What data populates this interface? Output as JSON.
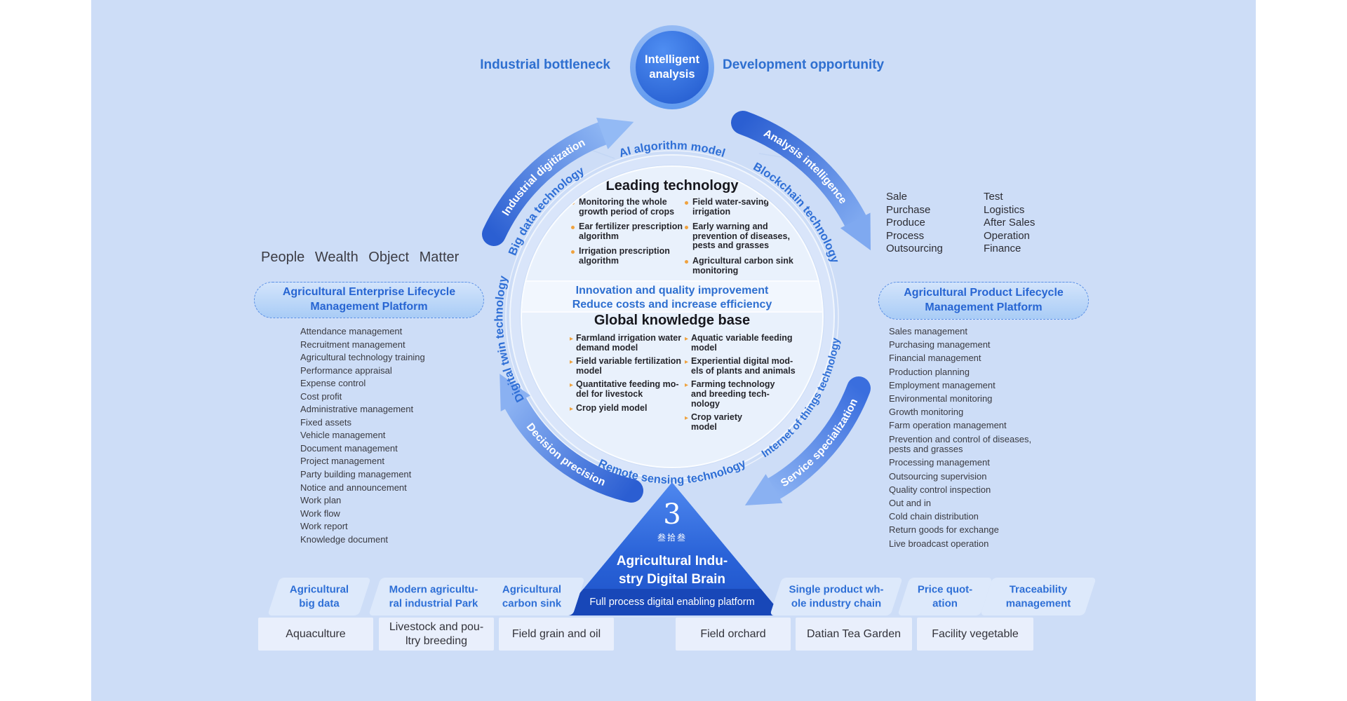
{
  "colors": {
    "panel_bg": "#cdddf7",
    "accent_blue": "#2e6fd6",
    "dark_text": "#33333a",
    "bullet_orange": "#efa23f",
    "circle_fill": "#e9f1fc",
    "arrow_dark": "#2b5fd2",
    "arrow_light": "#8fb6f4",
    "triangle_top": "#4f88ef",
    "triangle_bottom": "#1d52c8",
    "triangle_band": "#1847b8",
    "tag_bg": "#dde9fb",
    "box_bg": "#e9effc"
  },
  "top": {
    "bottleneck_label": "Industrial bottleneck",
    "circle_lines": [
      "Intelligent",
      "analysis"
    ],
    "opportunity_label": "Development opportunity"
  },
  "ring_labels": {
    "top": "AI algorithm model",
    "upper_left": "Big data technology",
    "upper_right": "Blockchain technology",
    "left": "Digital twin technology",
    "right": "Internet of things technology",
    "bottom": "Remote sensing technology"
  },
  "arrows": {
    "upper_left": "Industrial digitization",
    "upper_right": "Analysis intelligence",
    "lower_left": "Decision precision",
    "lower_right": "Service specialization"
  },
  "core": {
    "leading": {
      "title": "Leading technology",
      "col1": [
        [
          "Monitoring the whole",
          "growth period of crops"
        ],
        [
          "Ear fertilizer prescription",
          "algorithm"
        ],
        [
          "Irrigation prescription",
          "algorithm"
        ]
      ],
      "col2": [
        [
          "Field water-saving",
          "irrigation"
        ],
        [
          "Early warning and",
          "prevention of diseases,",
          "pests and grasses"
        ],
        [
          "Agricultural carbon sink",
          "monitoring"
        ]
      ]
    },
    "band_lines": [
      "Innovation and quality improvement",
      "Reduce costs and increase efficiency"
    ],
    "knowledge": {
      "title": "Global knowledge base",
      "col1": [
        [
          "Farmland irrigation water",
          "demand model"
        ],
        [
          "Field variable fertilization",
          "model"
        ],
        [
          "Quantitative feeding mo-",
          "del for livestock"
        ],
        [
          "Crop yield model"
        ]
      ],
      "col2": [
        [
          "Aquatic variable feeding",
          "model"
        ],
        [
          "Experiential digital mod-",
          "els of plants and animals"
        ],
        [
          "Farming technology",
          "and breeding tech-",
          "nology"
        ],
        [
          "Crop variety",
          "model"
        ]
      ]
    }
  },
  "left_panel": {
    "header": "People Wealth Object Matter",
    "pill_lines": [
      "Agricultural Enterprise Lifecycle",
      "Management Platform"
    ],
    "items": [
      "Attendance management",
      "Recruitment management",
      "Agricultural technology training",
      "Performance appraisal",
      "Expense control",
      "Cost profit",
      "Administrative management",
      "Fixed assets",
      "Vehicle management",
      "Document management",
      "Project management",
      "Party building management",
      "Notice and announcement",
      "Work plan",
      "Work flow",
      "Work report",
      "Knowledge document"
    ]
  },
  "right_panel": {
    "header_col1": [
      "Sale",
      "Purchase",
      "Produce",
      "Process",
      "Outsourcing"
    ],
    "header_col2": [
      "Test",
      "Logistics",
      "After Sales",
      "Operation",
      "Finance"
    ],
    "pill_lines": [
      "Agricultural Product Lifecycle",
      "Management Platform"
    ],
    "items": [
      "Sales management",
      "Purchasing management",
      "Financial management",
      "Production planning",
      "Employment management",
      "Environmental monitoring",
      "Growth monitoring",
      "Farm operation management",
      [
        "Prevention and control of diseases,",
        "pests and grasses"
      ],
      "Processing management",
      "Outsourcing supervision",
      "Quality control inspection",
      "Out and in",
      "Cold chain distribution",
      "Return goods for exchange",
      "Live broadcast operation"
    ]
  },
  "triangle": {
    "logo_numeral": "3",
    "logo_cjk": "叁拾叁",
    "title_lines": [
      "Agricultural Indu-",
      "stry Digital Brain"
    ],
    "band_label": "Full process digital enabling platform"
  },
  "tags": [
    [
      "Agricultural",
      "big data"
    ],
    [
      "Modern agricultu-",
      "ral industrial Park"
    ],
    [
      "Agricultural",
      "carbon sink"
    ],
    [
      "Single product wh-",
      "ole industry chain"
    ],
    [
      "Price quot-",
      "ation"
    ],
    [
      "Traceability",
      "management"
    ]
  ],
  "bottom_boxes": [
    "Aquaculture",
    [
      "Livestock and pou-",
      "ltry breeding"
    ],
    "Field grain and oil",
    "Field orchard",
    "Datian Tea Garden",
    "Facility vegetable"
  ]
}
